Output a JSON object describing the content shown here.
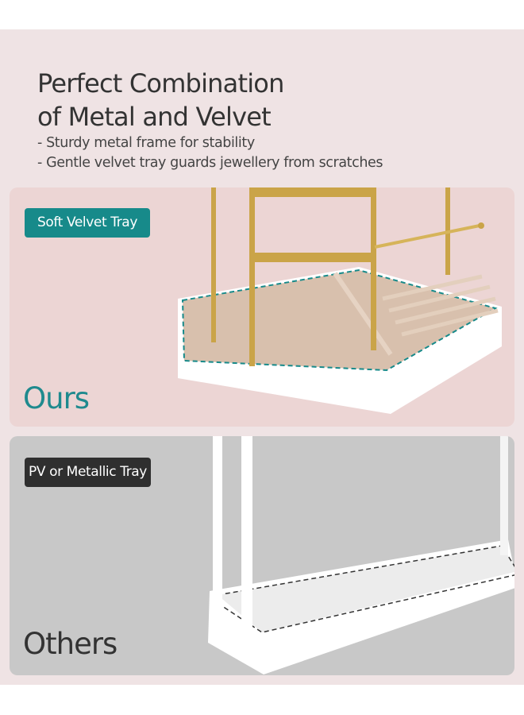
{
  "heading": {
    "line1": "Perfect Combination",
    "line2": "of Metal and Velvet"
  },
  "bullets": [
    "- Sturdy metal frame for stability",
    "- Gentle velvet tray guards jewellery from scratches"
  ],
  "ours": {
    "badge": "Soft Velvet Tray",
    "label": "Ours"
  },
  "others": {
    "badge": "PV or Metallic Tray",
    "label": "Others"
  },
  "colors": {
    "accent": "#178a8a",
    "gold": "#c9a544",
    "background": "#efe3e4"
  }
}
